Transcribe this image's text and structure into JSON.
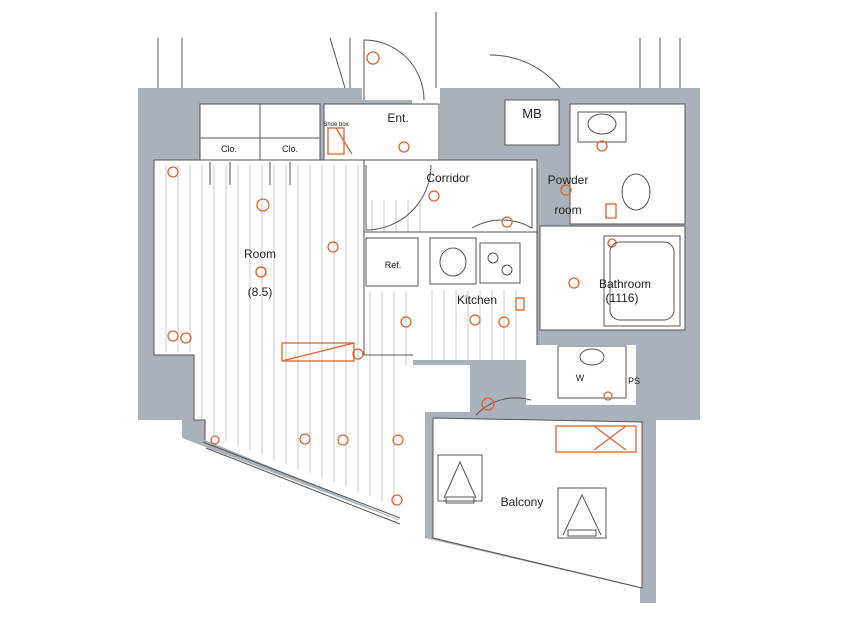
{
  "floorplan": {
    "rooms": {
      "room": {
        "label": "Room",
        "size": "(8.5)"
      },
      "entrance": {
        "label": "Ent."
      },
      "meter_box": {
        "label": "MB"
      },
      "corridor": {
        "label": "Corridor"
      },
      "powder_room": {
        "label": "Powder",
        "label2": "room"
      },
      "kitchen": {
        "label": "Kitchen"
      },
      "bathroom": {
        "label": "Bathroom",
        "size": "(1116)"
      },
      "washer": {
        "label": "W"
      },
      "pipe_space": {
        "label": "PS"
      },
      "balcony": {
        "label": "Balcony"
      },
      "closet_1": {
        "label": "Clo."
      },
      "closet_2": {
        "label": "Clo."
      }
    },
    "markers": {
      "shoe_box": "Shoe box",
      "refrigerator": "Ref."
    }
  }
}
